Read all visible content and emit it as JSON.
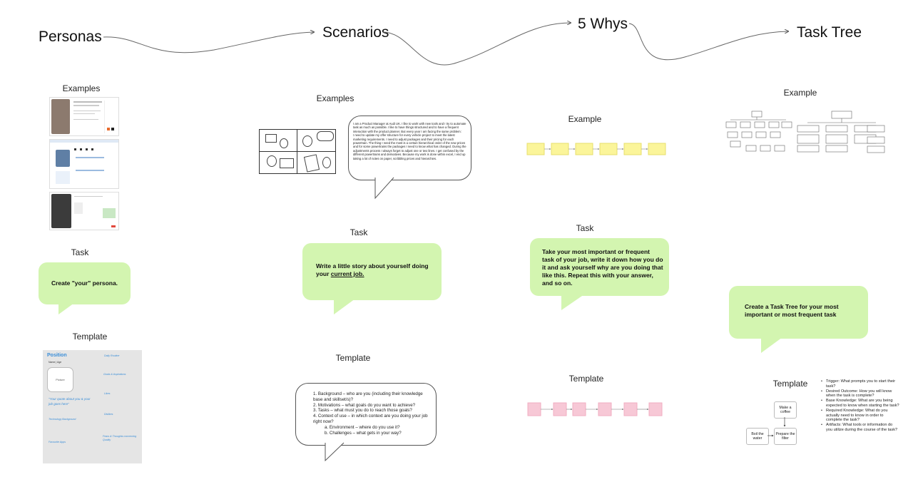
{
  "stages": {
    "personas": "Personas",
    "scenarios": "Scenarios",
    "whys": "5 Whys",
    "task_tree": "Task Tree"
  },
  "personas": {
    "examples_label": "Examples",
    "task_label": "Task",
    "task_text": "Create \"your\" persona.",
    "template_label": "Template",
    "template_card": {
      "position": "Position",
      "name_age": "Name | Age",
      "picture": "Picture",
      "quote": "\"Your quote about you & your job goes here\"",
      "tech_background": "Technology Background",
      "favourite_apps": "Favourite Apps",
      "daily_routine": "Daily Routine",
      "goals": "Goals & Aspirations",
      "likes": "Likes",
      "dislikes": "Dislikes",
      "fears": "Fears & Thoughts concerning Quality"
    }
  },
  "scenarios": {
    "examples_label": "Examples",
    "story": "I am a Product Manager at Audi UK. I like to work with new tools and I try to automate task as much as possible. I like to have things structured and to have a frequent interaction with the product planner. But every year I am facing the same problem:\nI need to update my offer structure for every vehicle project to meet the latest marketing requirements. I need to adjust packages and their pricing for each powertrain. The thing I need the most is a certain hierarchical order of the new prices and for some powertrains the packages I need to know what has changed. During the adjustments process I always forget to adjust one or two lines. I get confused by the different powertrains and derivatives. Because my work is done within excel, I end up taking a lot of notes on paper, scribbling prices and hierarchies.",
    "task_label": "Task",
    "task_text_plain": "Write a little story about yourself doing your ",
    "task_text_underline": "current job.",
    "template_label": "Template",
    "template_items": [
      "1. Background – who are you (including their knowledge base and skillset/s)?",
      "2. Motivations – what goals do you want to achieve?",
      "3. Tasks – what must you do to reach those goals?",
      "4. Context of use – in which context are you doing your job right now?",
      "a. Environment – where  do you use it?",
      "b. Challenges – what gets in your way?"
    ]
  },
  "whys": {
    "example_label": "Example",
    "task_label": "Task",
    "task_text": "Take your most important or frequent task of your job, write it down how you do it and ask yourself why are you doing that like this. Repeat this with your answer, and so on.",
    "template_label": "Template"
  },
  "task_tree": {
    "example_label": "Example",
    "task_text": "Create a Task Tree for your most important or most frequent task",
    "template_label": "Template",
    "nodes": {
      "make_coffee": "Make a coffee",
      "boil_water": "Boil the water",
      "prepare_filter": "Prepare the filter"
    },
    "bullets": [
      "Trigger: What prompts you to start their task?",
      "Desired Outcome: How you will know when the task is complete?",
      "Base Knowledge: What are you being expected to know when starting the task?",
      "Required Knowledge: What do you actually need to know in order to complete the task?",
      "Artifacts: What tools or information do you utilize during the course of the task?"
    ]
  },
  "colors": {
    "bubble_green": "#d3f5b0",
    "sticky_yellow": "#fbf59a",
    "pink_box": "#f7c8d6",
    "template_grey": "#e5e5e5",
    "accent_blue": "#3b8ed8"
  }
}
